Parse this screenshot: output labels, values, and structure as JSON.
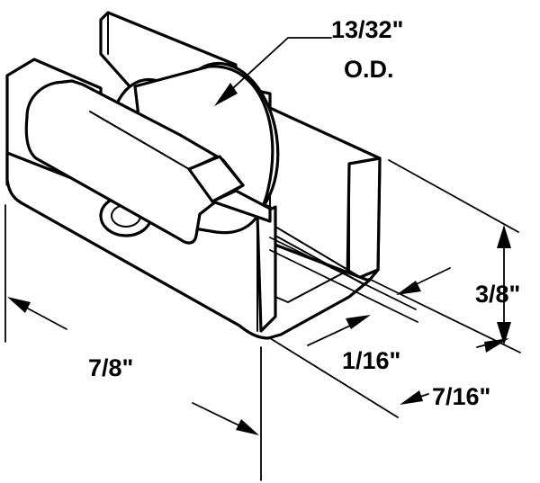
{
  "diagram": {
    "labels": {
      "outer_diameter_value": "13/32\"",
      "outer_diameter_abbr": "O.D.",
      "height": "3/8\"",
      "slot_width": "1/16\"",
      "width": "7/16\"",
      "length": "7/8\""
    },
    "colors": {
      "line": "#000000",
      "fill": "#ffffff"
    }
  }
}
